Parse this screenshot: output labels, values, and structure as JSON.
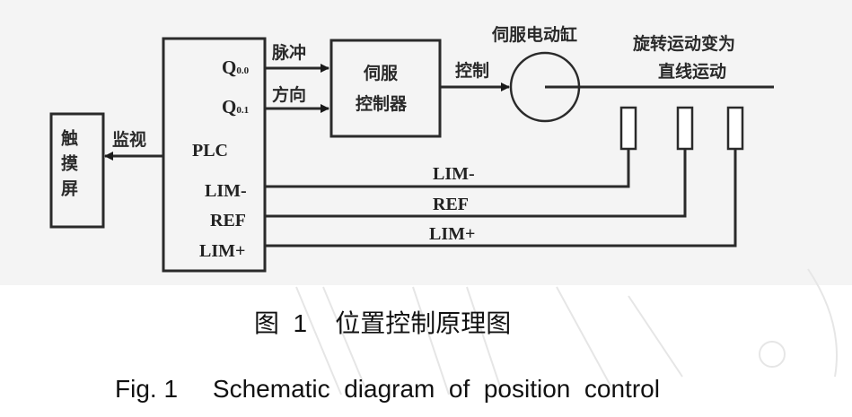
{
  "nodes": {
    "touch_screen": "触摸屏",
    "plc": "PLC",
    "q00": "Q0.0",
    "q01": "Q0.1",
    "plc_lim_minus": "LIM-",
    "plc_ref": "REF",
    "plc_lim_plus": "LIM+",
    "servo_controller_line1": "伺服",
    "servo_controller_line2": "控制器",
    "servo_cylinder": "伺服电动缸",
    "motion_line1": "旋转运动变为",
    "motion_line2": "直线运动"
  },
  "edges": {
    "monitor": "监视",
    "pulse": "脉冲",
    "direction": "方向",
    "control": "控制",
    "lim_minus": "LIM-",
    "ref": "REF",
    "lim_plus": "LIM+"
  },
  "caption": {
    "cn": "图  1    位置控制原理图",
    "en": "Fig. 1     Schematic  diagram  of  position  control"
  }
}
